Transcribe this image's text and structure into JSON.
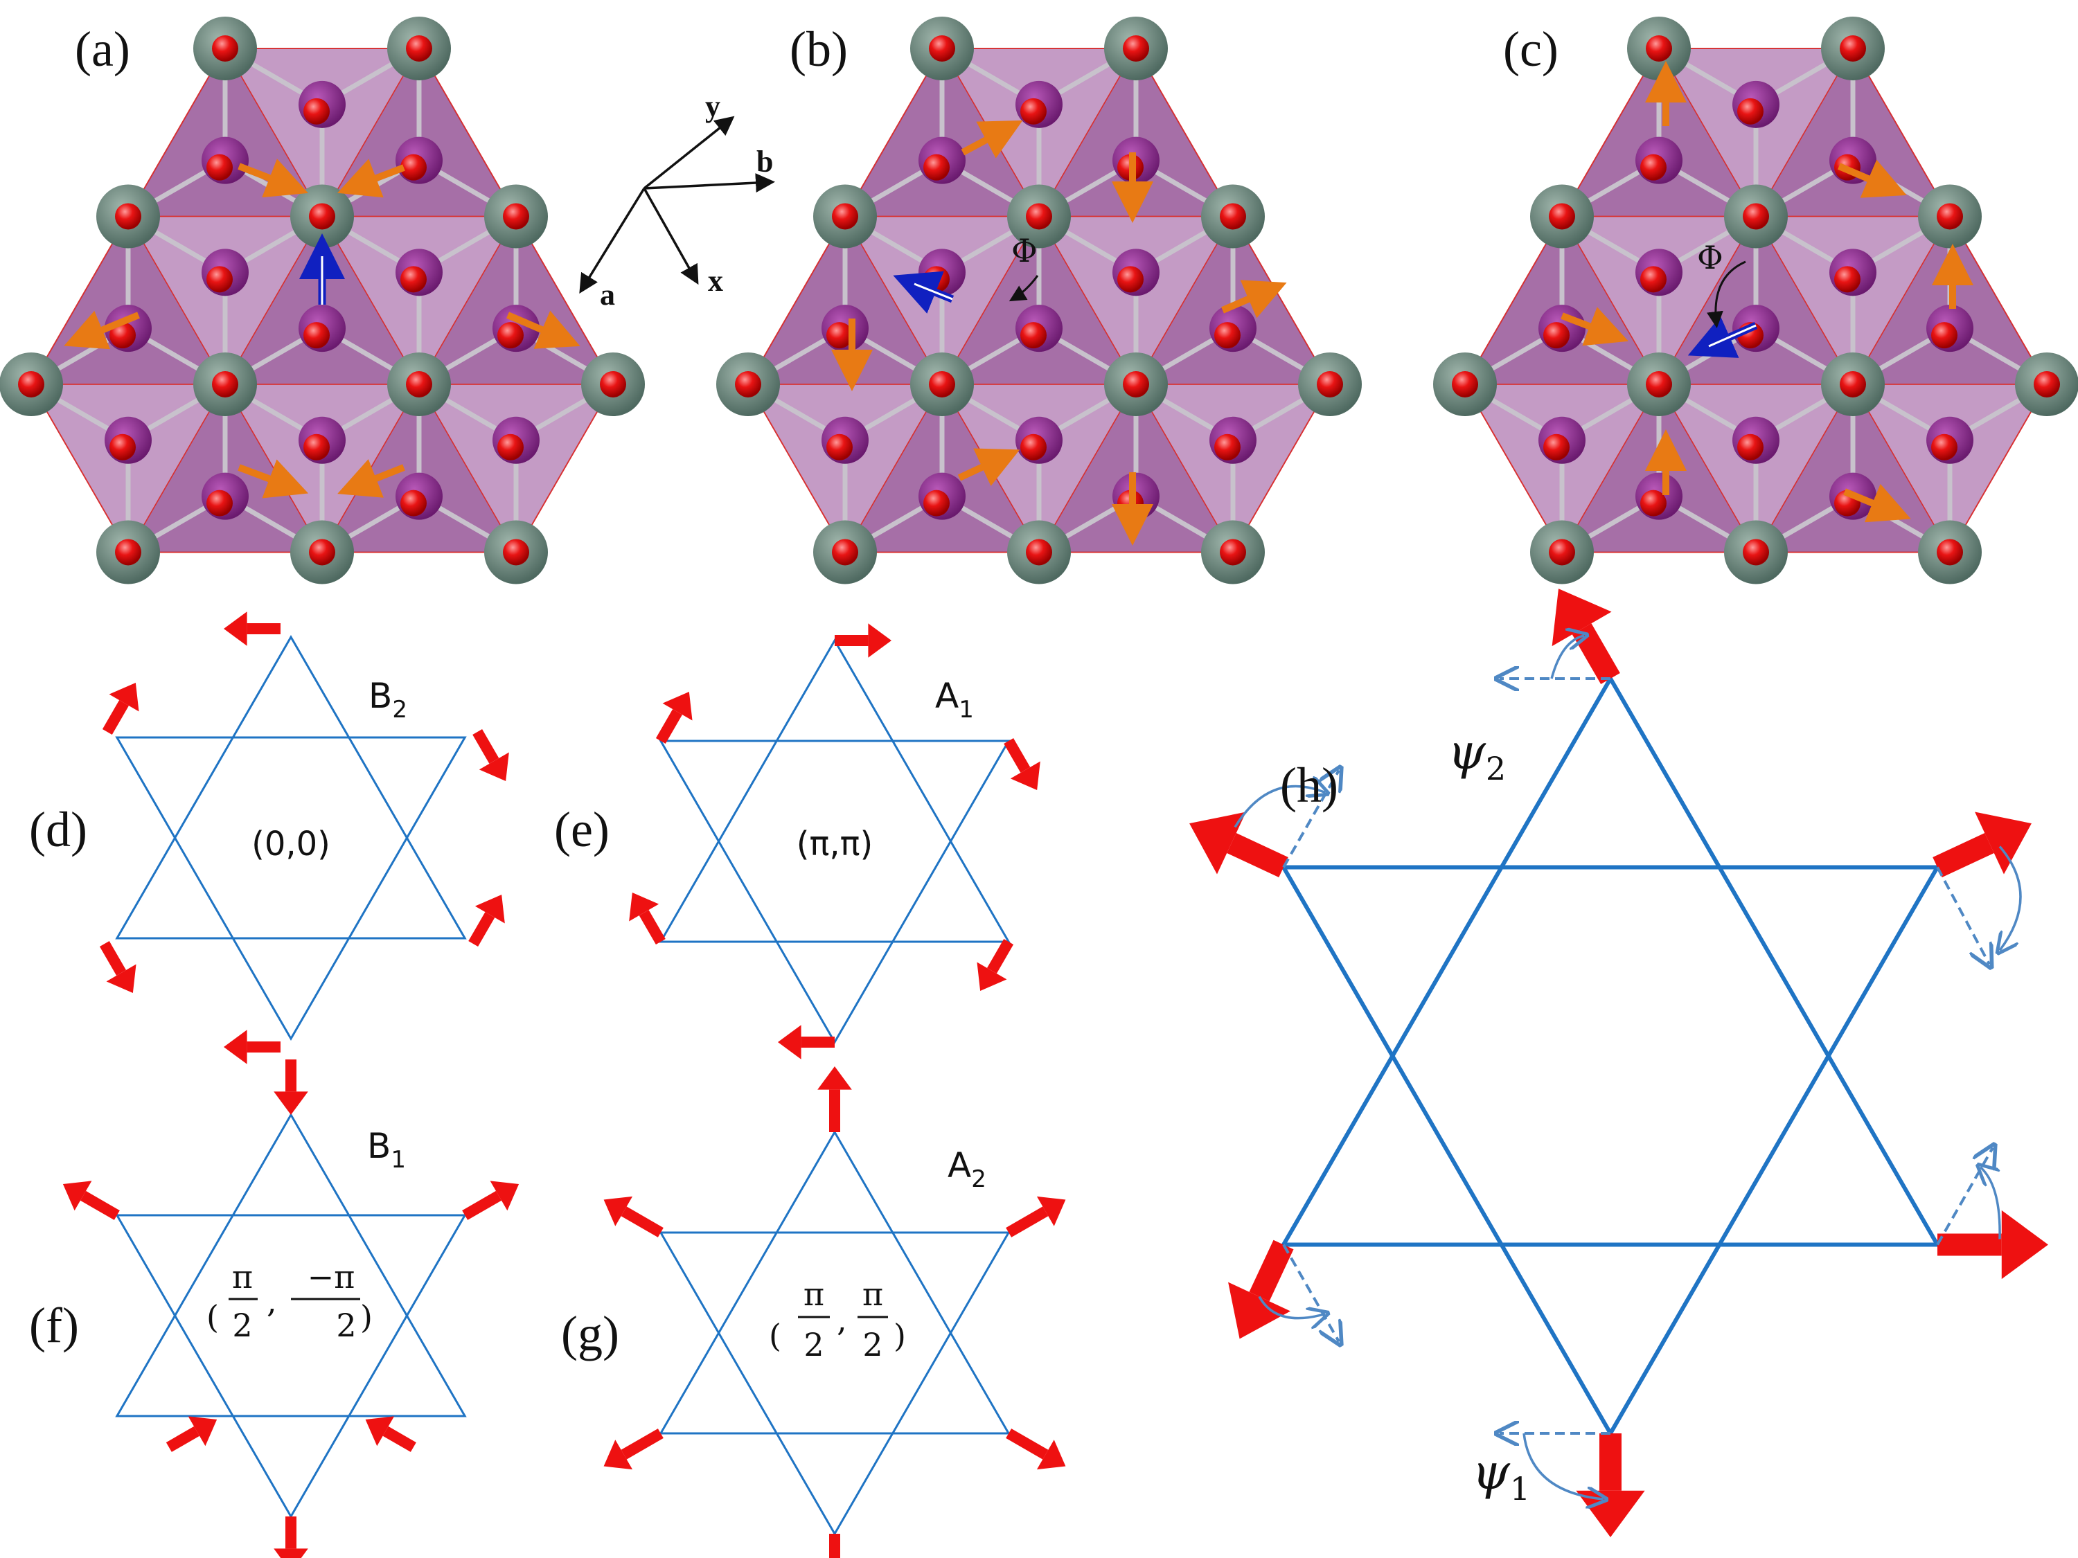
{
  "panel_labels": {
    "a": "(a)",
    "b": "(b)",
    "c": "(c)",
    "d": "(d)",
    "e": "(e)",
    "f": "(f)",
    "g": "(g)",
    "h": "(h)"
  },
  "axes": {
    "y": "y",
    "b": "b",
    "a": "a",
    "x": "x"
  },
  "phi_symbol": "Φ",
  "irreps": {
    "d": {
      "letter": "B",
      "sub": "2",
      "wavevector": "(0,0)"
    },
    "e": {
      "letter": "A",
      "sub": "1",
      "wavevector": "(π,π)"
    },
    "f": {
      "letter": "B",
      "sub": "1",
      "k1": "π",
      "k1_den": "2",
      "k2": "−π",
      "k2_den": "2"
    },
    "g": {
      "letter": "A",
      "sub": "2",
      "k1": "π",
      "k1_den": "2",
      "k2": "π",
      "k2_den": "2"
    }
  },
  "psi_labels": {
    "psi2": {
      "symbol": "ψ",
      "sub": "2"
    },
    "psi1": {
      "symbol": "ψ",
      "sub": "1"
    }
  },
  "colors": {
    "octahedron": "#b98bb9",
    "octahedron_dark": "#8e4a90",
    "large_atom": "#5f7a6f",
    "oxygen": "#e01010",
    "bond": "#c8c2cc",
    "spin_arrow": "#e87a14",
    "phi_arrow": "#1020c0",
    "kagome": "#1f74c4",
    "moment": "#ee1111",
    "dashed": "#4f88c4"
  }
}
